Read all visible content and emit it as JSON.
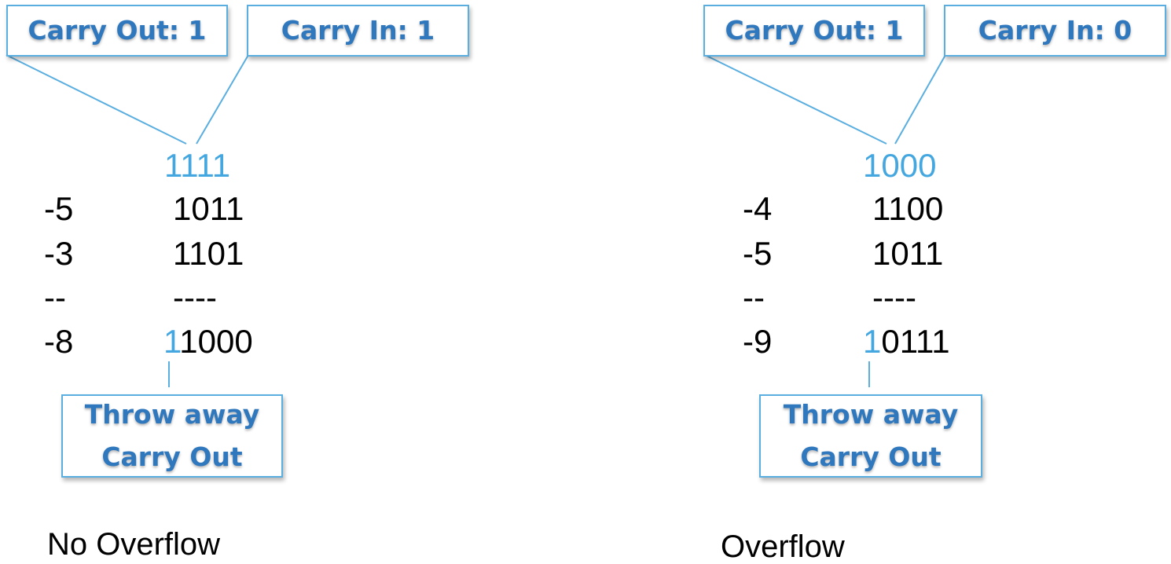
{
  "colors": {
    "accent": "#45a7e0",
    "callout_border": "#5aaee0",
    "callout_text": "#2f78bd"
  },
  "left": {
    "carry_out_label": "Carry Out: 1",
    "carry_in_label": "Carry In: 1",
    "carries": "1111",
    "rows": [
      {
        "dec": "-5",
        "bin": "1011"
      },
      {
        "dec": "-3",
        "bin": "1101"
      },
      {
        "dec": "--",
        "bin": "----"
      }
    ],
    "result": {
      "dec": "-8",
      "carry_bit": "1",
      "bits": "1000"
    },
    "throw_away_line1": "Throw away",
    "throw_away_line2": "Carry Out",
    "verdict": "No Overflow"
  },
  "right": {
    "carry_out_label": "Carry Out: 1",
    "carry_in_label": "Carry In: 0",
    "carries": "1000",
    "rows": [
      {
        "dec": "-4",
        "bin": "1100"
      },
      {
        "dec": "-5",
        "bin": "1011"
      },
      {
        "dec": "--",
        "bin": "----"
      }
    ],
    "result": {
      "dec": "-9",
      "carry_bit": "1",
      "bits": "0111"
    },
    "throw_away_line1": "Throw away",
    "throw_away_line2": "Carry Out",
    "verdict": "Overflow"
  }
}
